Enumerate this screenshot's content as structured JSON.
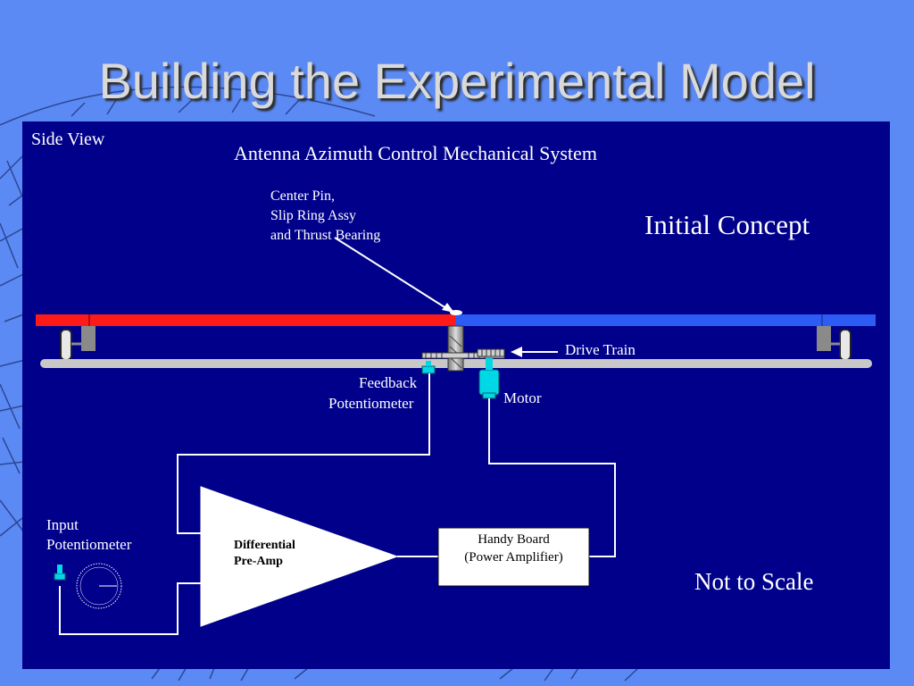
{
  "slide": {
    "title": "Building the Experimental Model"
  },
  "diagram": {
    "view_label": "Side View",
    "heading": "Antenna Azimuth Control Mechanical System",
    "concept_label": "Initial Concept",
    "center_pin_line1": "Center Pin,",
    "center_pin_line2": "Slip Ring Assy",
    "center_pin_line3": "and Thrust Bearing",
    "drive_train_label": "Drive Train",
    "feedback_pot_line1": "Feedback",
    "feedback_pot_line2": "Potentiometer",
    "motor_label": "Motor",
    "input_pot_line1": "Input",
    "input_pot_line2": "Potentiometer",
    "preamp_line1": "Differential",
    "preamp_line2": "Pre-Amp",
    "handy_board_line1": "Handy Board",
    "handy_board_line2": "(Power Amplifier)",
    "scale_note": "Not to Scale",
    "colors": {
      "background": "#5b8af5",
      "panel": "#00008b",
      "arm_red": "#ff1a1a",
      "arm_blue": "#2d5cf5",
      "base_bar": "#c8c8c8",
      "component_cyan": "#00d8e8"
    }
  }
}
